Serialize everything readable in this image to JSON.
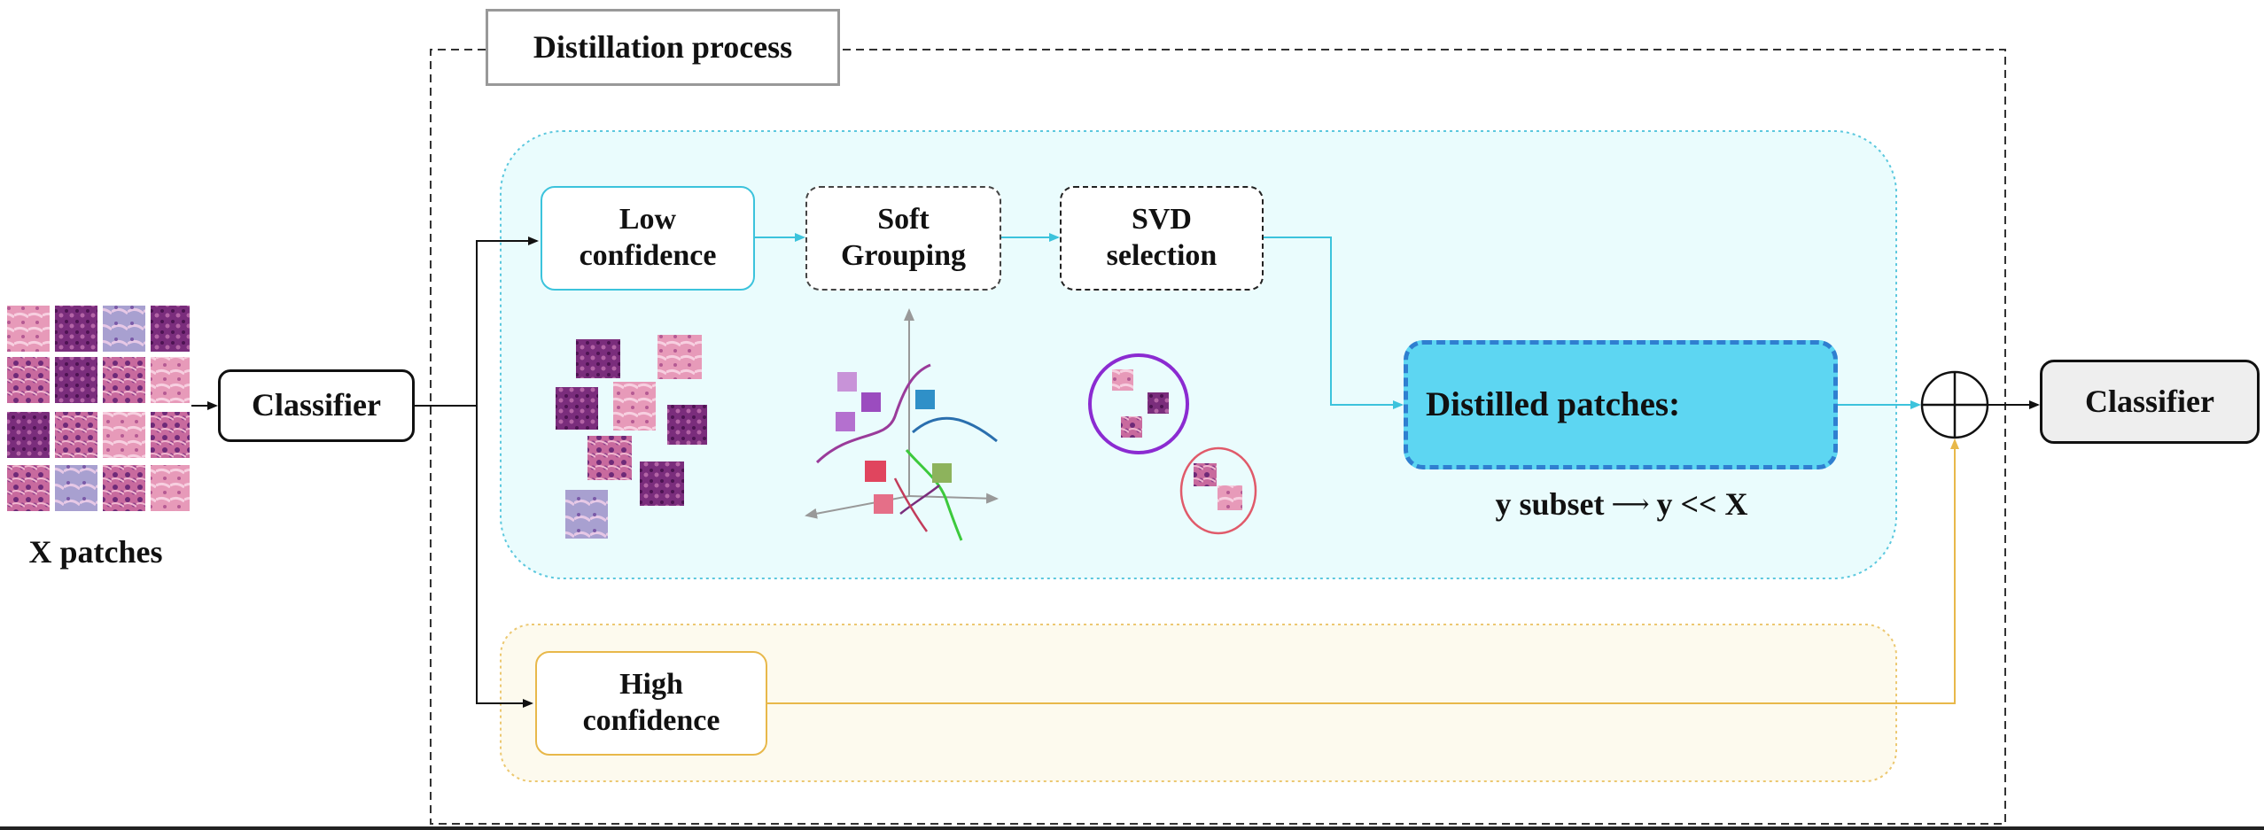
{
  "process_title": "Distillation process",
  "input": {
    "caption": "X patches"
  },
  "classifier_left": {
    "label": "Classifier"
  },
  "classifier_right": {
    "label": "Classifier"
  },
  "low_confidence": {
    "label": "Low\nconfidence"
  },
  "soft_grouping": {
    "label": "Soft\nGrouping"
  },
  "svd_selection": {
    "label": "SVD\nselection"
  },
  "distilled": {
    "label": "Distilled patches:"
  },
  "subset_note": {
    "left": "y subset",
    "arrow": "⟶",
    "right": "y << X"
  },
  "high_confidence": {
    "label": "High\nconfidence"
  },
  "colors": {
    "cyan_region": "#eafcfd",
    "yellow_region": "#fdfaee",
    "cyan_line": "#3cc3dc",
    "distilled_fill": "#5dd6f2",
    "distilled_border": "#2f7fd0",
    "gold_line": "#e8b84a",
    "purple_cluster": "#8b2bd1",
    "red_cluster": "#e05a6a",
    "tissue_pink": "#d97fa8",
    "tissue_purple": "#8a3f86"
  }
}
